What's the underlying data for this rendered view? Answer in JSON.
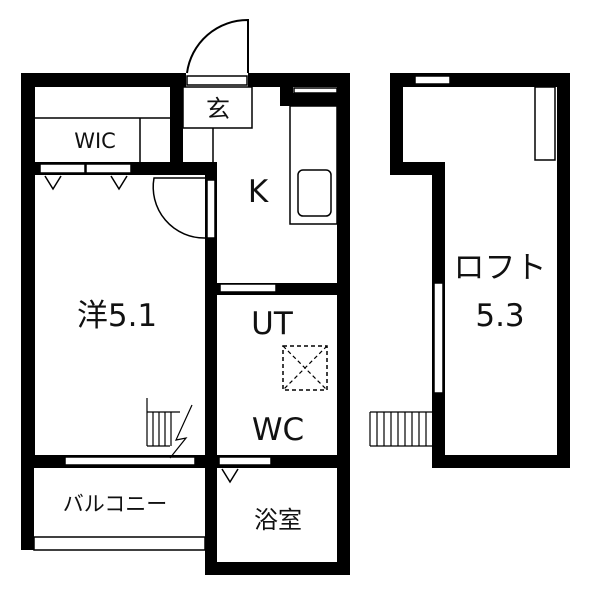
{
  "floorplan": {
    "rooms": {
      "wic": "WIC",
      "entrance": "玄",
      "kitchen": "K",
      "western_room": "洋5.1",
      "utility": "UT",
      "toilet": "WC",
      "balcony": "バルコニー",
      "bathroom": "浴室",
      "loft_name": "ロフト",
      "loft_size": "5.3"
    },
    "colors": {
      "wall": "#000000",
      "background": "#ffffff"
    }
  }
}
